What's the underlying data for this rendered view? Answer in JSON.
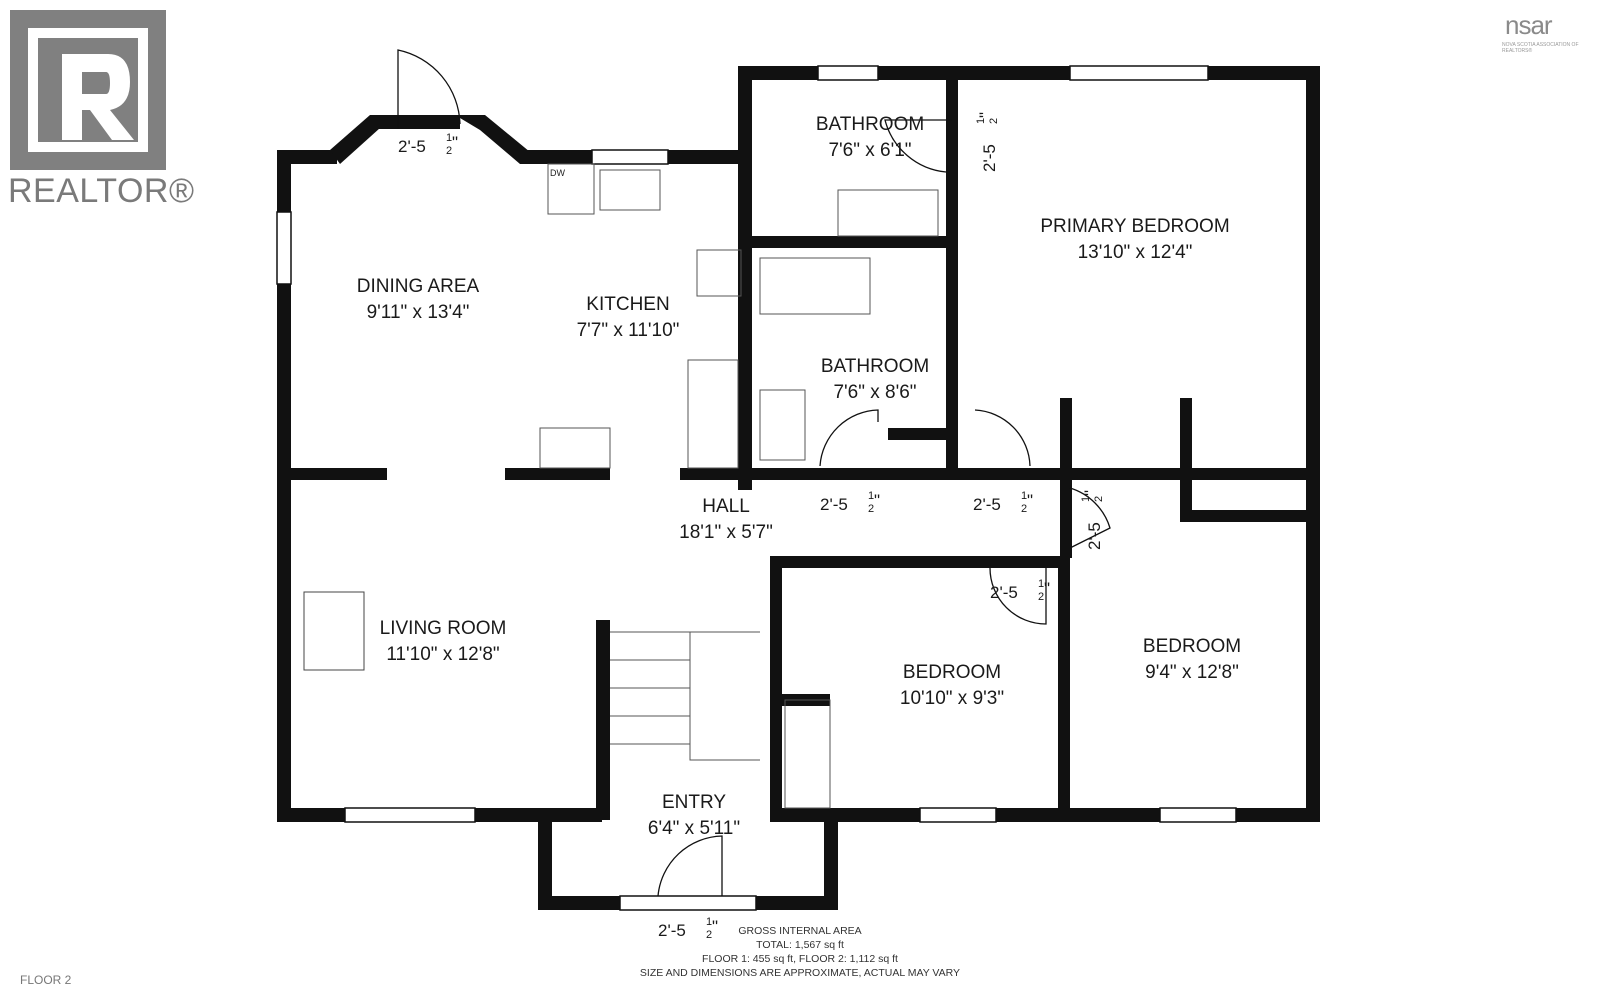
{
  "logos": {
    "realtor_text": "REALTOR®",
    "nsar_text": "nsar",
    "nsar_subtext": "NOVA SCOTIA ASSOCIATION OF REALTORS®"
  },
  "floor_label": "FLOOR 2",
  "rooms": {
    "bath1": {
      "name": "BATHROOM",
      "size": "7'6\" x 6'1\""
    },
    "primary": {
      "name": "PRIMARY BEDROOM",
      "size": "13'10\" x 12'4\""
    },
    "dining": {
      "name": "DINING AREA",
      "size": "9'11\" x 13'4\""
    },
    "kitchen": {
      "name": "KITCHEN",
      "size": "7'7\" x 11'10\""
    },
    "bath2": {
      "name": "BATHROOM",
      "size": "7'6\" x 8'6\""
    },
    "hall": {
      "name": "HALL",
      "size": "18'1\" x 5'7\""
    },
    "living": {
      "name": "LIVING ROOM",
      "size": "11'10\" x 12'8\""
    },
    "bedroom_mid": {
      "name": "BEDROOM",
      "size": "10'10\" x 9'3\""
    },
    "bedroom_right": {
      "name": "BEDROOM",
      "size": "9'4\" x 12'8\""
    },
    "entry": {
      "name": "ENTRY",
      "size": "6'4\" x 5'11\""
    }
  },
  "door_width": {
    "main": "2'-5",
    "frac_num": "1",
    "frac_den": "2",
    "quote": "\""
  },
  "dw_label": "DW",
  "area_notes": {
    "heading": "GROSS INTERNAL AREA",
    "total": "TOTAL: 1,567 sq ft",
    "floors": "FLOOR 1: 455 sq ft, FLOOR 2: 1,112 sq ft",
    "disclaimer": "SIZE AND DIMENSIONS ARE APPROXIMATE, ACTUAL MAY VARY"
  }
}
